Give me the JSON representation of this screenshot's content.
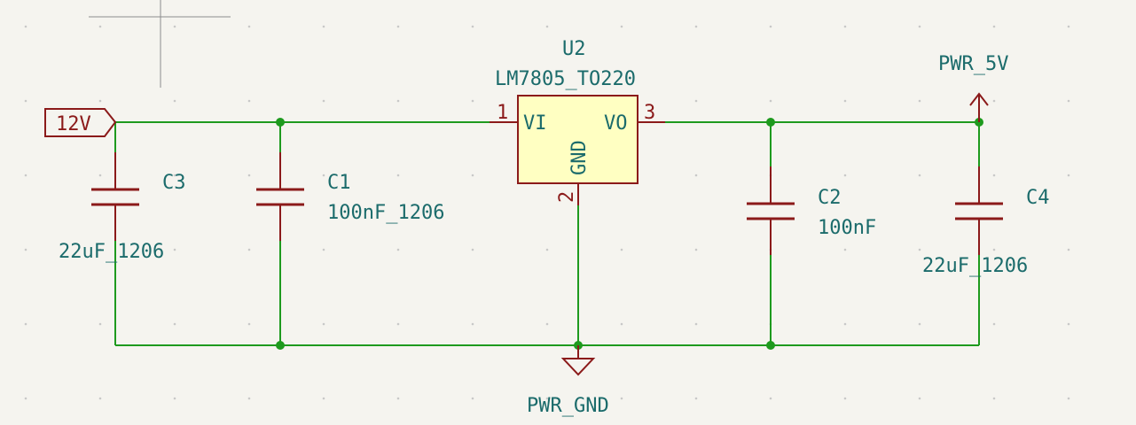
{
  "colors": {
    "background": "#f5f4ef",
    "wire": "#1e9a1e",
    "junction": "#1e9a1e",
    "component": "#8b1a1a",
    "label_text": "#1b6b6b",
    "ic_fill": "#ffffc2",
    "grid_dot": "#c8c8c8",
    "crosshair": "#8c8c8c"
  },
  "icons": {
    "net_label": "hierarchical-label-arrow-icon",
    "power_5v": "power-arrow-up-icon",
    "ground": "ground-triangle-icon",
    "capacitor": "capacitor-symbol-icon"
  },
  "regulator": {
    "ref": "U2",
    "value": "LM7805_TO220",
    "pin_vi_label": "VI",
    "pin_vo_label": "VO",
    "pin_gnd_label": "GND",
    "pin_vi_number": "1",
    "pin_vo_number": "3",
    "pin_gnd_number": "2"
  },
  "capacitors": {
    "c3": {
      "ref": "C3",
      "value": "22uF_1206"
    },
    "c1": {
      "ref": "C1",
      "value": "100nF_1206"
    },
    "c2": {
      "ref": "C2",
      "value": "100nF"
    },
    "c4": {
      "ref": "C4",
      "value": "22uF_1206"
    }
  },
  "nets": {
    "input_label": "12V",
    "output_power": "PWR_5V",
    "ground_power": "PWR_GND"
  }
}
